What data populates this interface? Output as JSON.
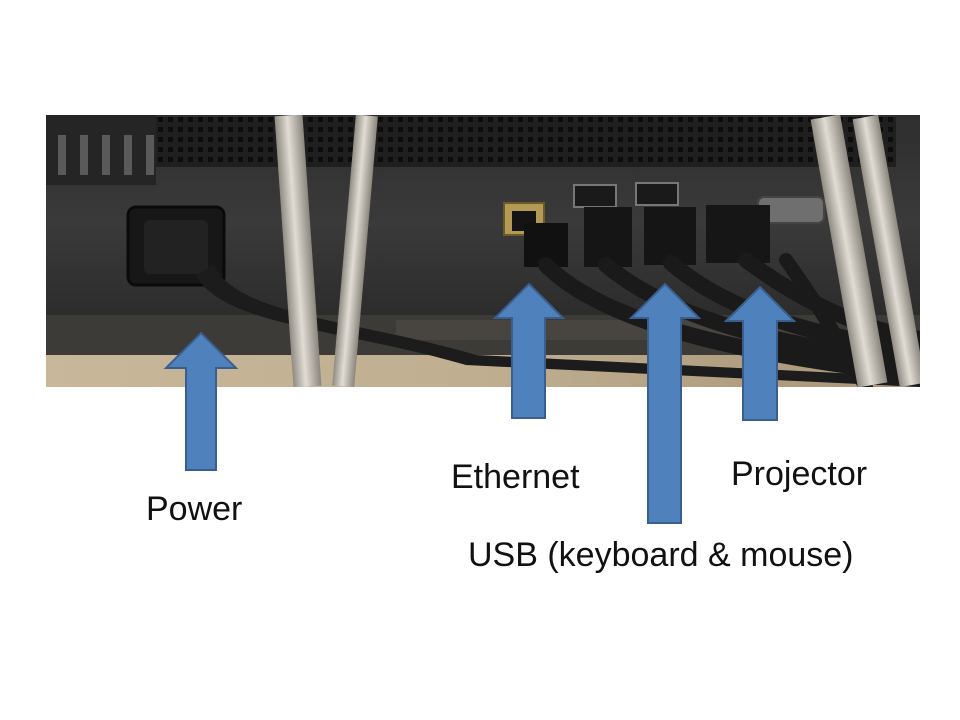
{
  "labels": {
    "power": "Power",
    "ethernet": "Ethernet",
    "projector": "Projector",
    "usb": "USB (keyboard & mouse)"
  },
  "colors": {
    "arrow_fill": "#4f81bd",
    "arrow_stroke": "#3a5f8f",
    "label_text": "#111111"
  }
}
